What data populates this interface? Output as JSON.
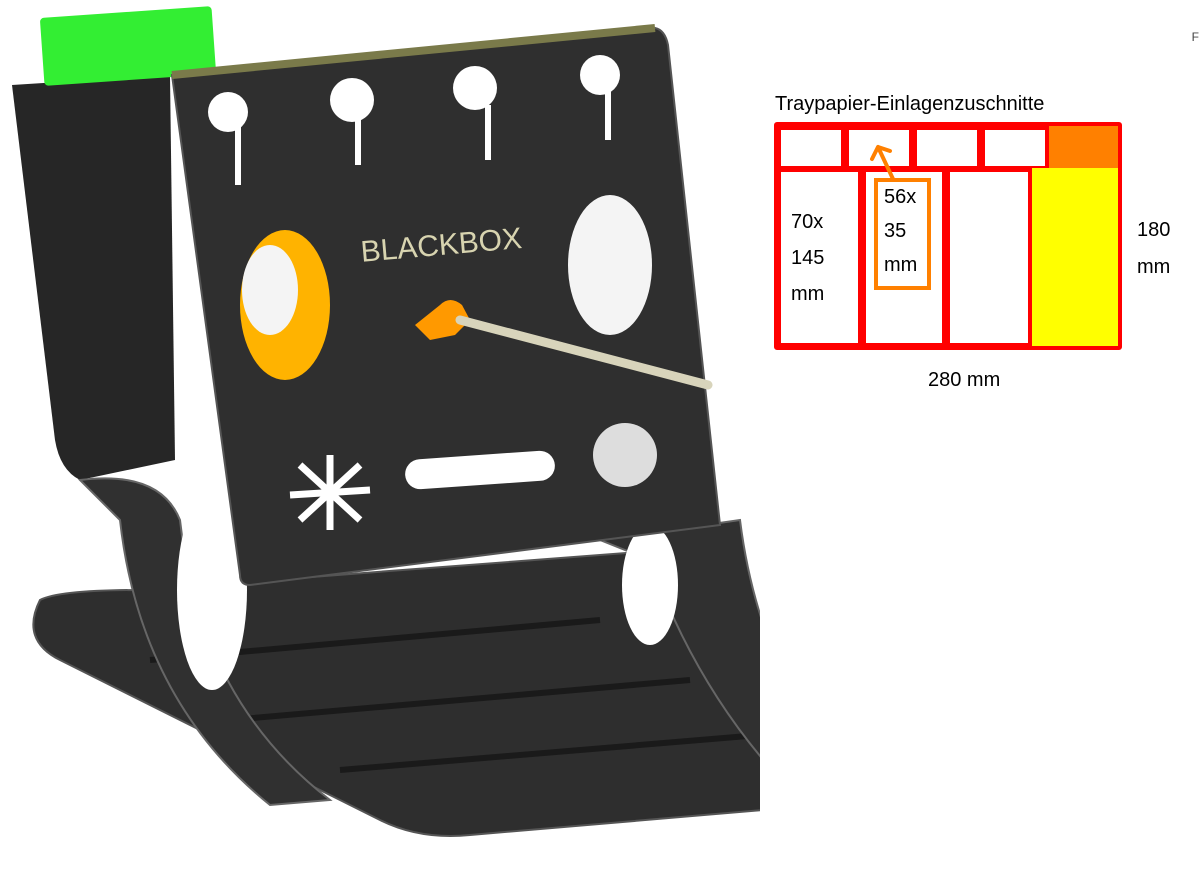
{
  "render": {
    "logo_text": "BLACKBOX",
    "colors": {
      "body": "#2b2b2b",
      "accent_green": "#33ee33",
      "accent_orange": "#ffaa00",
      "accent_yellow": "#ffee00",
      "rod": "#d8d4bb"
    }
  },
  "diagram": {
    "title": "Traypapier-Einlagenzuschnitte",
    "large_cut": {
      "line1": "70x",
      "line2": "145",
      "line3": "mm"
    },
    "small_cut": {
      "line1": "56x",
      "line2": "35",
      "line3": "mm"
    },
    "height_label": {
      "line1": "180",
      "line2": "mm"
    },
    "width_label": "280 mm",
    "colors": {
      "frame": "#ff0000",
      "highlight": "#ff8000",
      "fill": "#ffff00"
    }
  },
  "corner_text": "F"
}
